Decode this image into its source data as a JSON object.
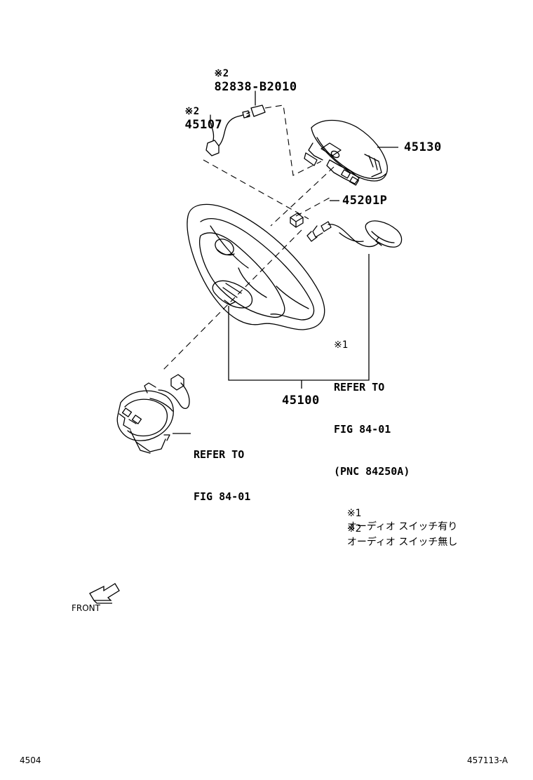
{
  "callouts": {
    "p82838": {
      "mark": "※2",
      "number": "82838-B2010"
    },
    "p45107": {
      "mark": "※2",
      "number": "45107"
    },
    "p45130": {
      "number": "45130"
    },
    "p45201p": {
      "number": "45201P"
    },
    "p45100": {
      "number": "45100"
    }
  },
  "refer_switch": {
    "mark": "※1",
    "line1": "REFER TO",
    "line2": "FIG 84-01",
    "line3": "(PNC 84250A)"
  },
  "refer_spiral": {
    "line1": "REFER TO",
    "line2": "FIG 84-01"
  },
  "notes": [
    {
      "mark": "※1",
      "text": "オーディオ スイッチ有り"
    },
    {
      "mark": "※2",
      "text": "オーディオ スイッチ無し"
    }
  ],
  "front_label": "FRONT",
  "footer": {
    "left": "4504",
    "right": "457113-A"
  }
}
